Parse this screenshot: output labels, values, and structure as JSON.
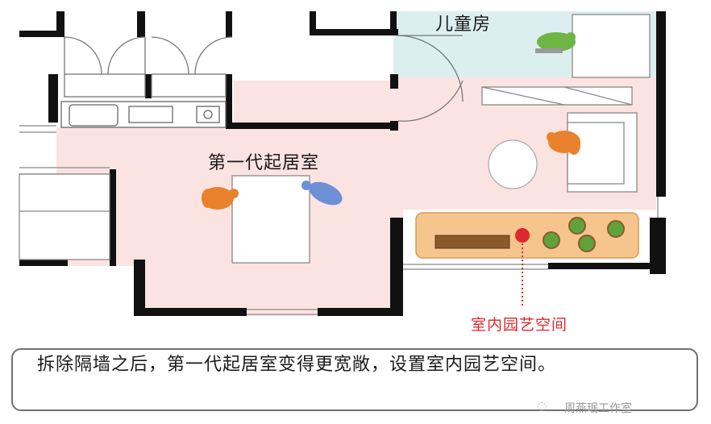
{
  "labels": {
    "kids_room": "儿童房",
    "living_room": "第一代起居室",
    "garden": "室内园艺空间"
  },
  "caption": "拆除隔墙之后，第一代起居室变得更宽敞，设置室内园艺空间。",
  "watermark": "周燕珉工作室",
  "colors": {
    "living_floor": "#fbe3e1",
    "kids_floor": "#dcefef",
    "garden_planter": "#f6c58e",
    "marker": "#e0262e",
    "wall": "#111111",
    "person_orange": "#e8822d",
    "person_blue": "#6d8fd6",
    "person_green": "#6fb545"
  }
}
